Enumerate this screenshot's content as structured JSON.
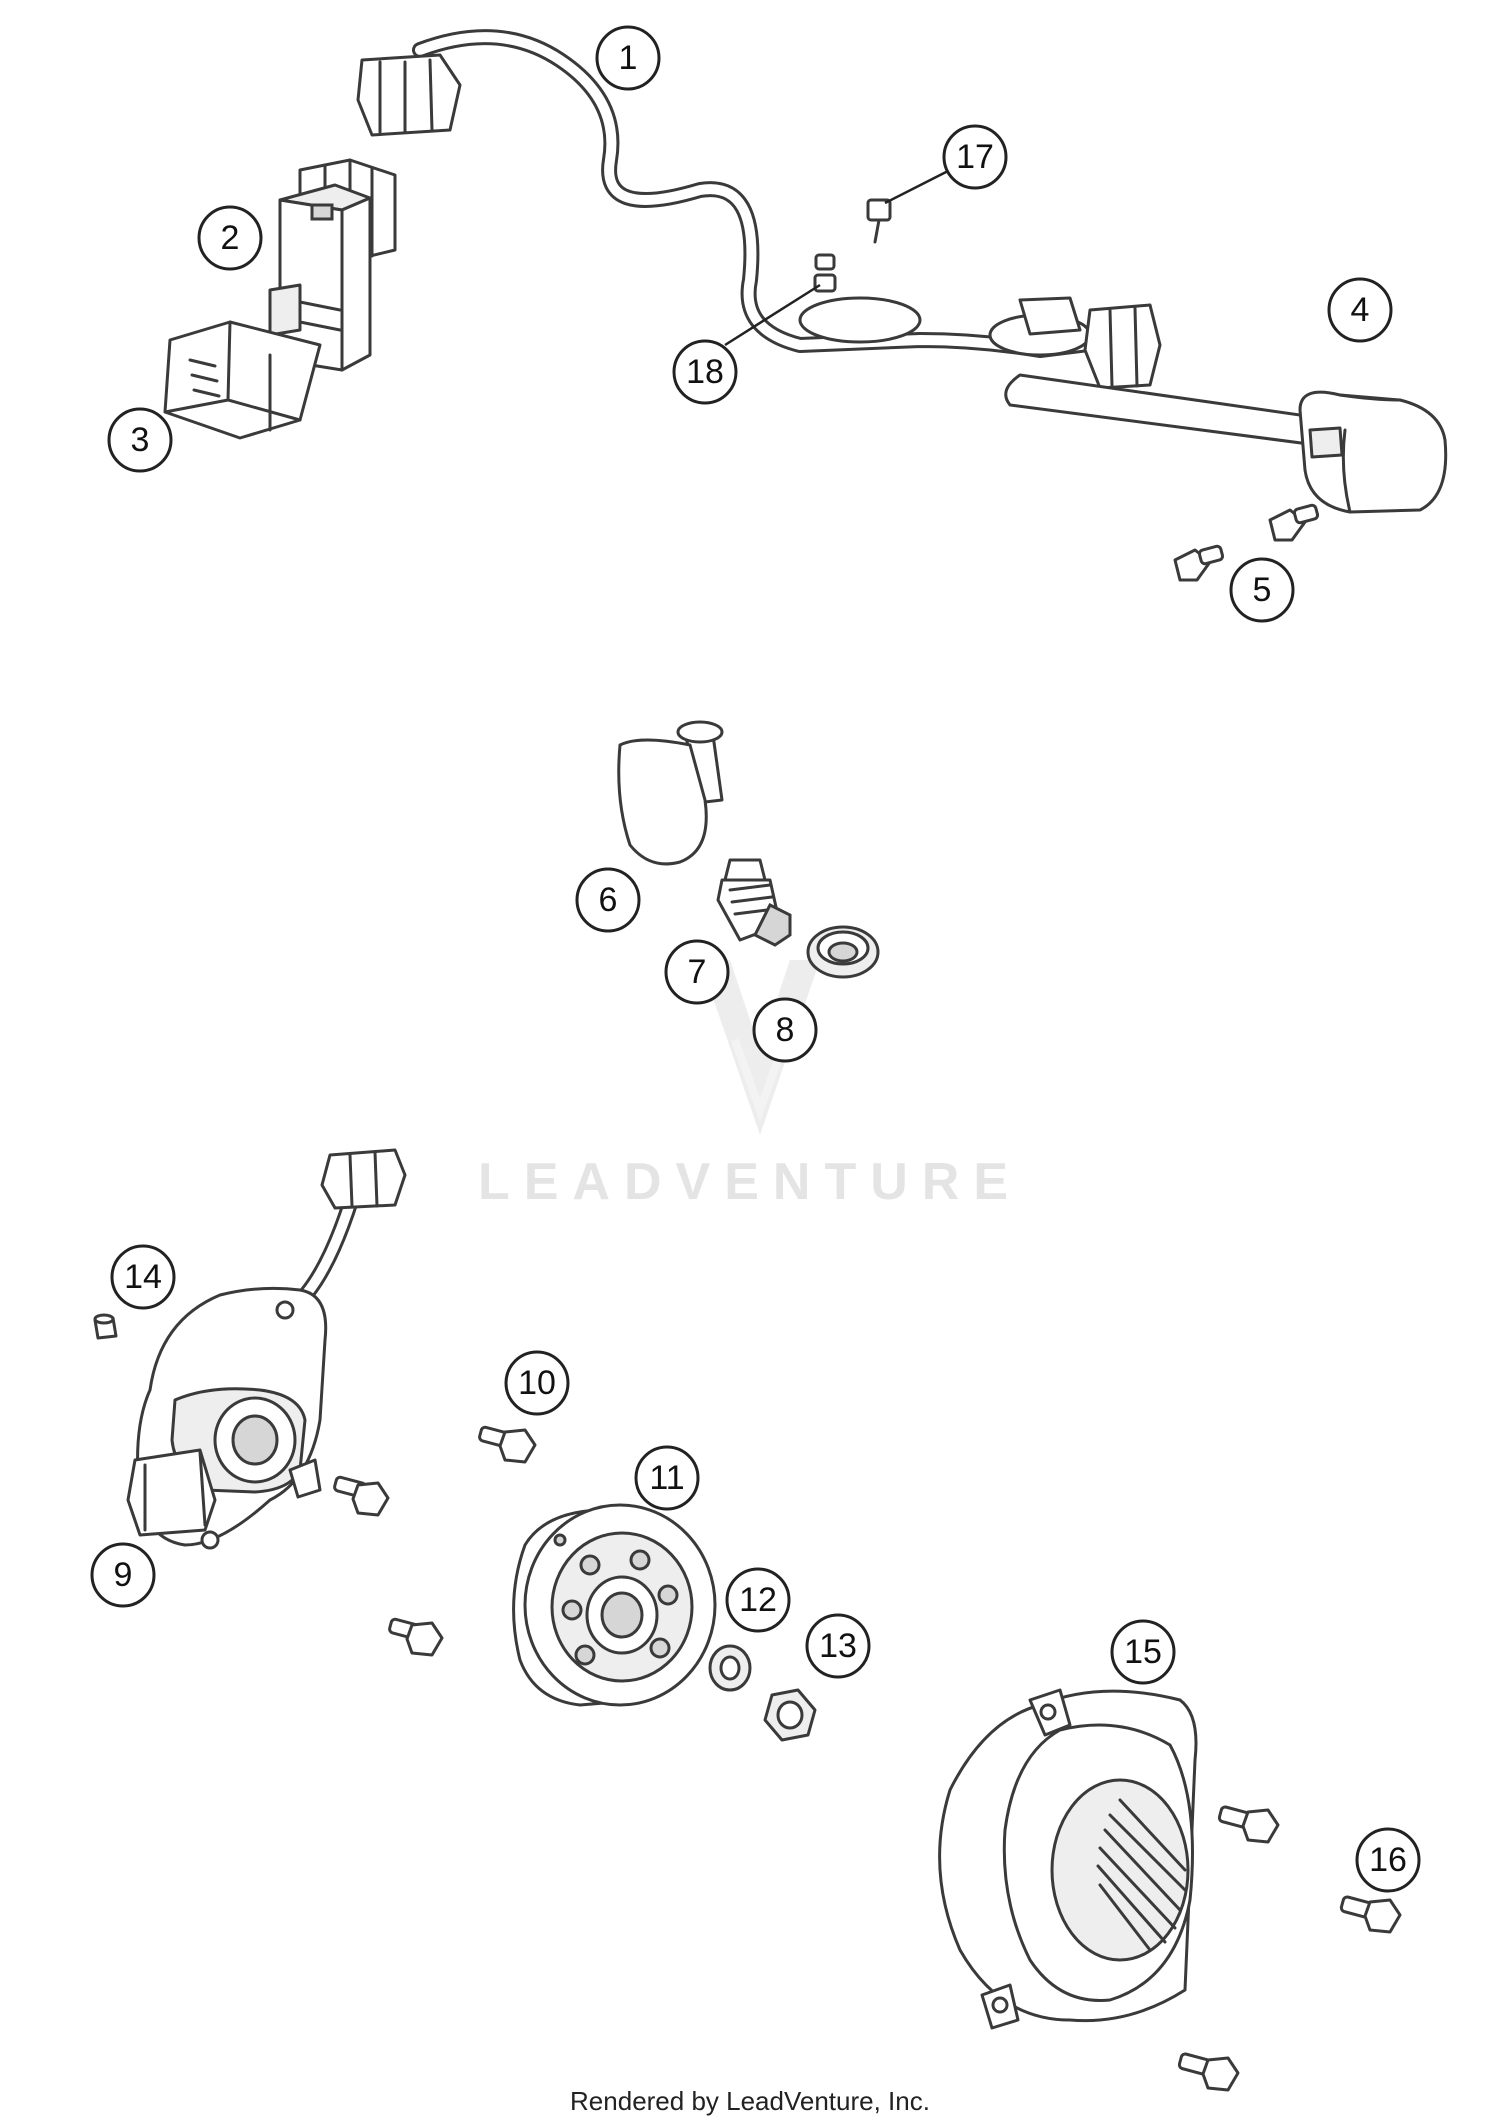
{
  "diagram": {
    "callouts": [
      "1",
      "2",
      "3",
      "4",
      "5",
      "6",
      "7",
      "8",
      "9",
      "10",
      "11",
      "12",
      "13",
      "14",
      "15",
      "16",
      "17",
      "18"
    ],
    "watermark": "LEADVENTURE",
    "footer": "Rendered by LeadVenture, Inc."
  },
  "colors": {
    "line": "#3a3a3a",
    "watermark": "#e4e4e4",
    "background": "#ffffff"
  }
}
